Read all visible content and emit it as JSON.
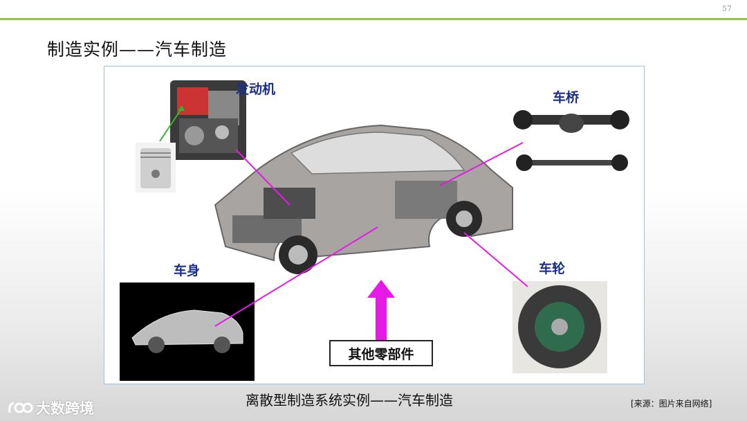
{
  "slide": {
    "page_number": "57",
    "title": "制造实例——汽车制造",
    "caption": "离散型制造系统实例——汽车制造",
    "source": "[来源：图片来自网络]"
  },
  "labels": {
    "engine": "发动机",
    "axle": "车桥",
    "body": "车身",
    "wheel": "车轮",
    "other_parts": "其他零部件"
  },
  "watermark": {
    "text": "大数跨境"
  },
  "colors": {
    "accent_line": "#8cc63f",
    "label_blue": "#1a2f8a",
    "pointer_magenta": "#e619e6",
    "arrow_green": "#2db82d"
  }
}
